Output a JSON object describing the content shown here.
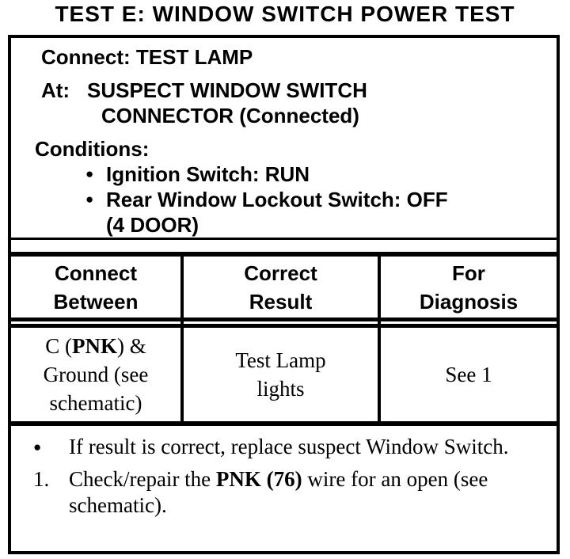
{
  "colors": {
    "ink": "#000000",
    "paper": "#ffffff"
  },
  "title": "TEST E: WINDOW SWITCH POWER TEST",
  "setup": {
    "connect_label": "Connect:",
    "connect_value": "TEST LAMP",
    "at_label": "At:",
    "at_line1": "SUSPECT WINDOW SWITCH",
    "at_line2": "CONNECTOR (Connected)",
    "conditions_label": "Conditions:",
    "bullet_glyph": "●",
    "condition1": "Ignition Switch: RUN",
    "condition2_line1": "Rear Window Lockout Switch: OFF",
    "condition2_line2": "(4 DOOR)"
  },
  "table": {
    "headers": {
      "connect_between_line1": "Connect",
      "connect_between_line2": "Between",
      "correct_result_line1": "Correct",
      "correct_result_line2": "Result",
      "for_diagnosis_line1": "For",
      "for_diagnosis_line2": "Diagnosis"
    },
    "row": {
      "connect_between_pre": "C (",
      "connect_between_wire": "PNK",
      "connect_between_post": ") &",
      "connect_between_line2": "Ground (see",
      "connect_between_line3": "schematic)",
      "correct_result_line1": "Test Lamp",
      "correct_result_line2": "lights",
      "for_diagnosis": "See 1"
    }
  },
  "notes": {
    "note1_marker": "●",
    "note1_text": "If result is correct, replace suspect Window Switch.",
    "note2_marker": "1.",
    "note2_pre": "Check/repair the ",
    "note2_wire": "PNK (76)",
    "note2_post": " wire for an open (see schematic)."
  }
}
